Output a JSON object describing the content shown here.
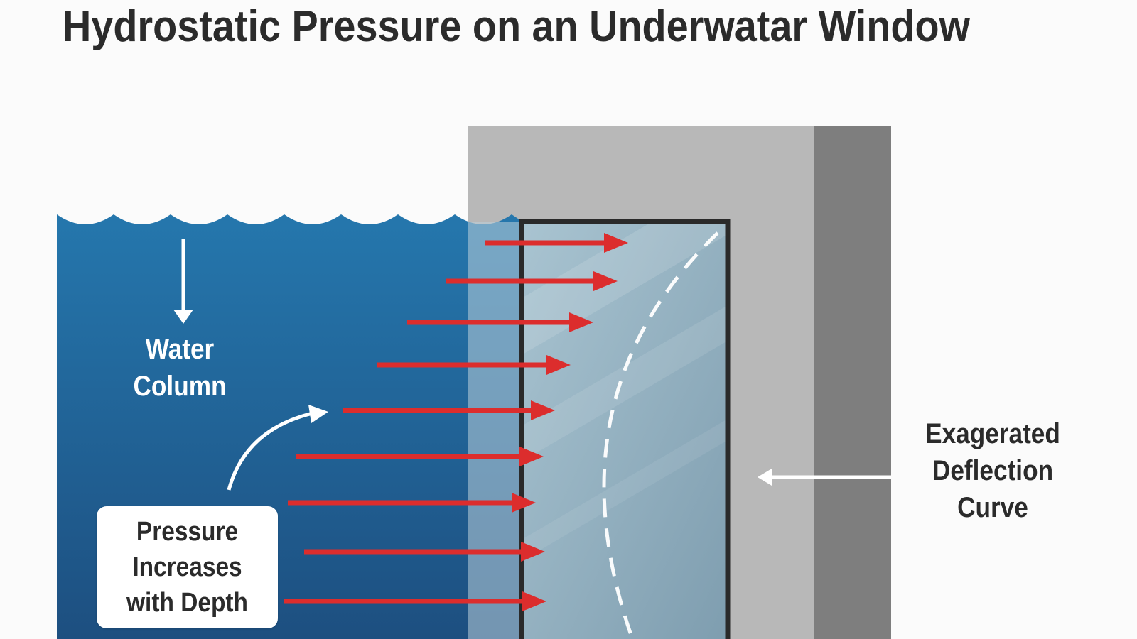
{
  "title": "Hydrostatic Pressure on an Underwatar Window",
  "labels": {
    "water_column": [
      "Water",
      "Column"
    ],
    "pressure_note": [
      "Pressure",
      "Increases",
      "with Depth"
    ],
    "deflection": [
      "Exagerated",
      "Deflection",
      "Curve"
    ]
  },
  "colors": {
    "water_top": "#2577ad",
    "water_bottom": "#1d4f80",
    "wall": "#b8b8b8",
    "wall_shadow": "#7e7e7e",
    "glass": "#8aa9b9",
    "frame": "#2a2a2a",
    "pressure_arrow": "#dc2d2d",
    "annotation": "#ffffff"
  },
  "icons": [
    "water-surface-wave-icon",
    "down-arrow-icon",
    "curved-arrow-icon",
    "pressure-arrow-icon",
    "left-arrow-icon"
  ]
}
